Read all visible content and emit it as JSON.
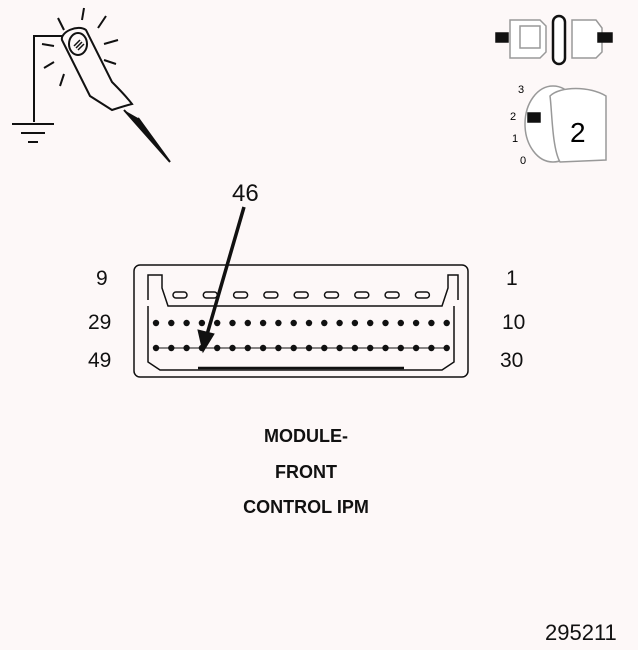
{
  "callout": {
    "pin": "46"
  },
  "connector": {
    "left_labels": [
      "9",
      "29",
      "49"
    ],
    "right_labels": [
      "1",
      "10",
      "30"
    ]
  },
  "caption": {
    "line1": "MODULE-",
    "line2": "FRONT",
    "line3": "CONTROL IPM"
  },
  "ignition": {
    "positions": [
      "3",
      "2",
      "1",
      "0"
    ],
    "key_position": "2"
  },
  "figure_id": "295211",
  "icons": [
    "test-light-probe-icon",
    "ground-symbol-icon",
    "disconnected-connector-icon",
    "ignition-key-icon"
  ]
}
